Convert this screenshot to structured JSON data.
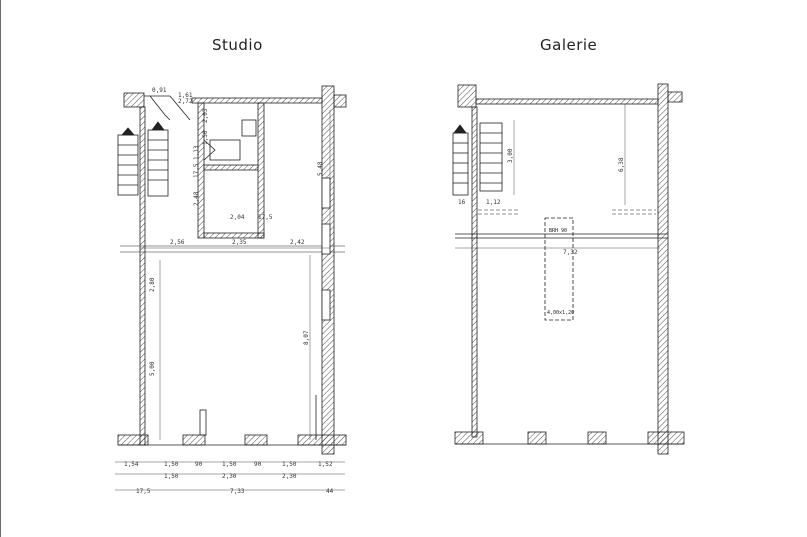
{
  "plans": [
    {
      "title": "Studio",
      "top_dims": [
        "0,91",
        "1,61",
        "2,72"
      ],
      "row_dims": [
        "2,56",
        "2,35",
        "2,42"
      ],
      "room_dims_h": [
        "2,04",
        "17,5"
      ],
      "vertical_dims": [
        "5,48",
        "8,07",
        "2,80",
        "5,00"
      ],
      "small_v_dims": [
        "1,13",
        "2,48",
        "17,5",
        "2,03",
        "1,50"
      ],
      "bottom_row1": [
        "1,54",
        "1,50",
        "90",
        "1,50",
        "90",
        "1,50",
        "1,52"
      ],
      "bottom_row2": [
        "1,50",
        "2,30",
        "2,30"
      ],
      "bottom_row3": [
        "17,5",
        "7,33",
        "44"
      ]
    },
    {
      "title": "Galerie",
      "dims": [
        "3,00",
        "6,38",
        "16",
        "1,12",
        "7,32"
      ],
      "window_labels": [
        "BRH 90",
        "4,00x1,20"
      ]
    }
  ]
}
